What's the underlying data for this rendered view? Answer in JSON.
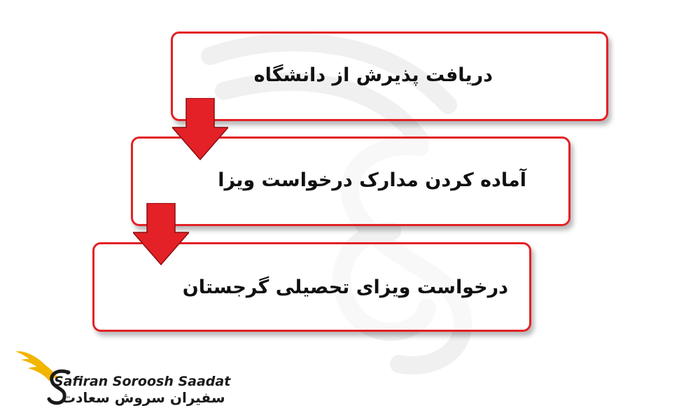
{
  "diagram": {
    "steps": [
      {
        "label": "دریافت پذیرش از دانشگاه"
      },
      {
        "label": "آماده کردن مدارک درخواست ویزا"
      },
      {
        "label": "درخواست ویزای تحصیلی گرجستان"
      }
    ],
    "colors": {
      "border": "#e32126",
      "arrow": "#e32126",
      "text": "#111111",
      "logo_gold": "#f2b500"
    }
  },
  "logo": {
    "name_en": "Safiran Soroosh Saadat",
    "name_fa": "سفیران سروش سعادت",
    "icon": "winged-s-logo-icon"
  }
}
